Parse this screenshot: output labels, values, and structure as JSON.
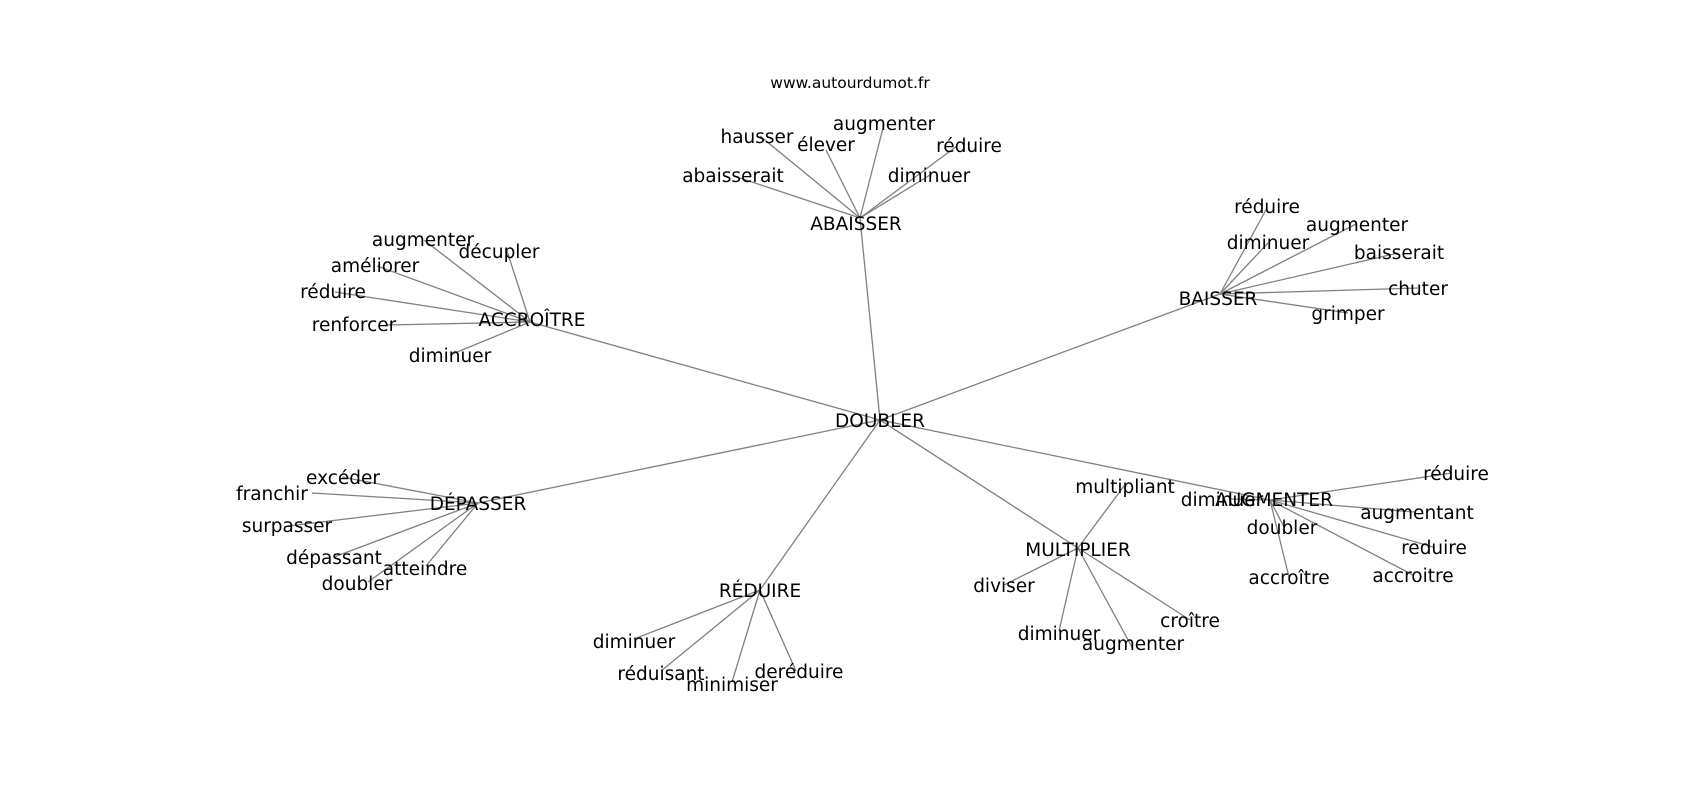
{
  "site": "www.autourdumot.fr",
  "root": "DOUBLER",
  "hubs": [
    {
      "label": "ABAISSER",
      "leaves": [
        "hausser",
        "élever",
        "augmenter",
        "réduire",
        "abaisserait",
        "diminuer"
      ]
    },
    {
      "label": "BAISSER",
      "leaves": [
        "réduire",
        "diminuer",
        "augmenter",
        "baisserait",
        "chuter",
        "grimper"
      ]
    },
    {
      "label": "ACCROÎTRE",
      "leaves": [
        "augmenter",
        "décupler",
        "améliorer",
        "réduire",
        "renforcer",
        "diminuer"
      ]
    },
    {
      "label": "DÉPASSER",
      "leaves": [
        "excéder",
        "franchir",
        "surpasser",
        "dépassant",
        "atteindre",
        "doubler"
      ]
    },
    {
      "label": "RÉDUIRE",
      "leaves": [
        "diminuer",
        "réduisant",
        "minimiser",
        "deréduire"
      ]
    },
    {
      "label": "MULTIPLIER",
      "leaves": [
        "multipliant",
        "diviser",
        "diminuer",
        "augmenter",
        "croître"
      ]
    },
    {
      "label": "AUGMENTER",
      "leaves": [
        "diminuer",
        "doubler",
        "réduire",
        "augmentant",
        "reduire",
        "accroître",
        "accroitre"
      ]
    }
  ],
  "colors": {
    "edge": "#808080",
    "text": "#000000",
    "background": "#ffffff"
  }
}
